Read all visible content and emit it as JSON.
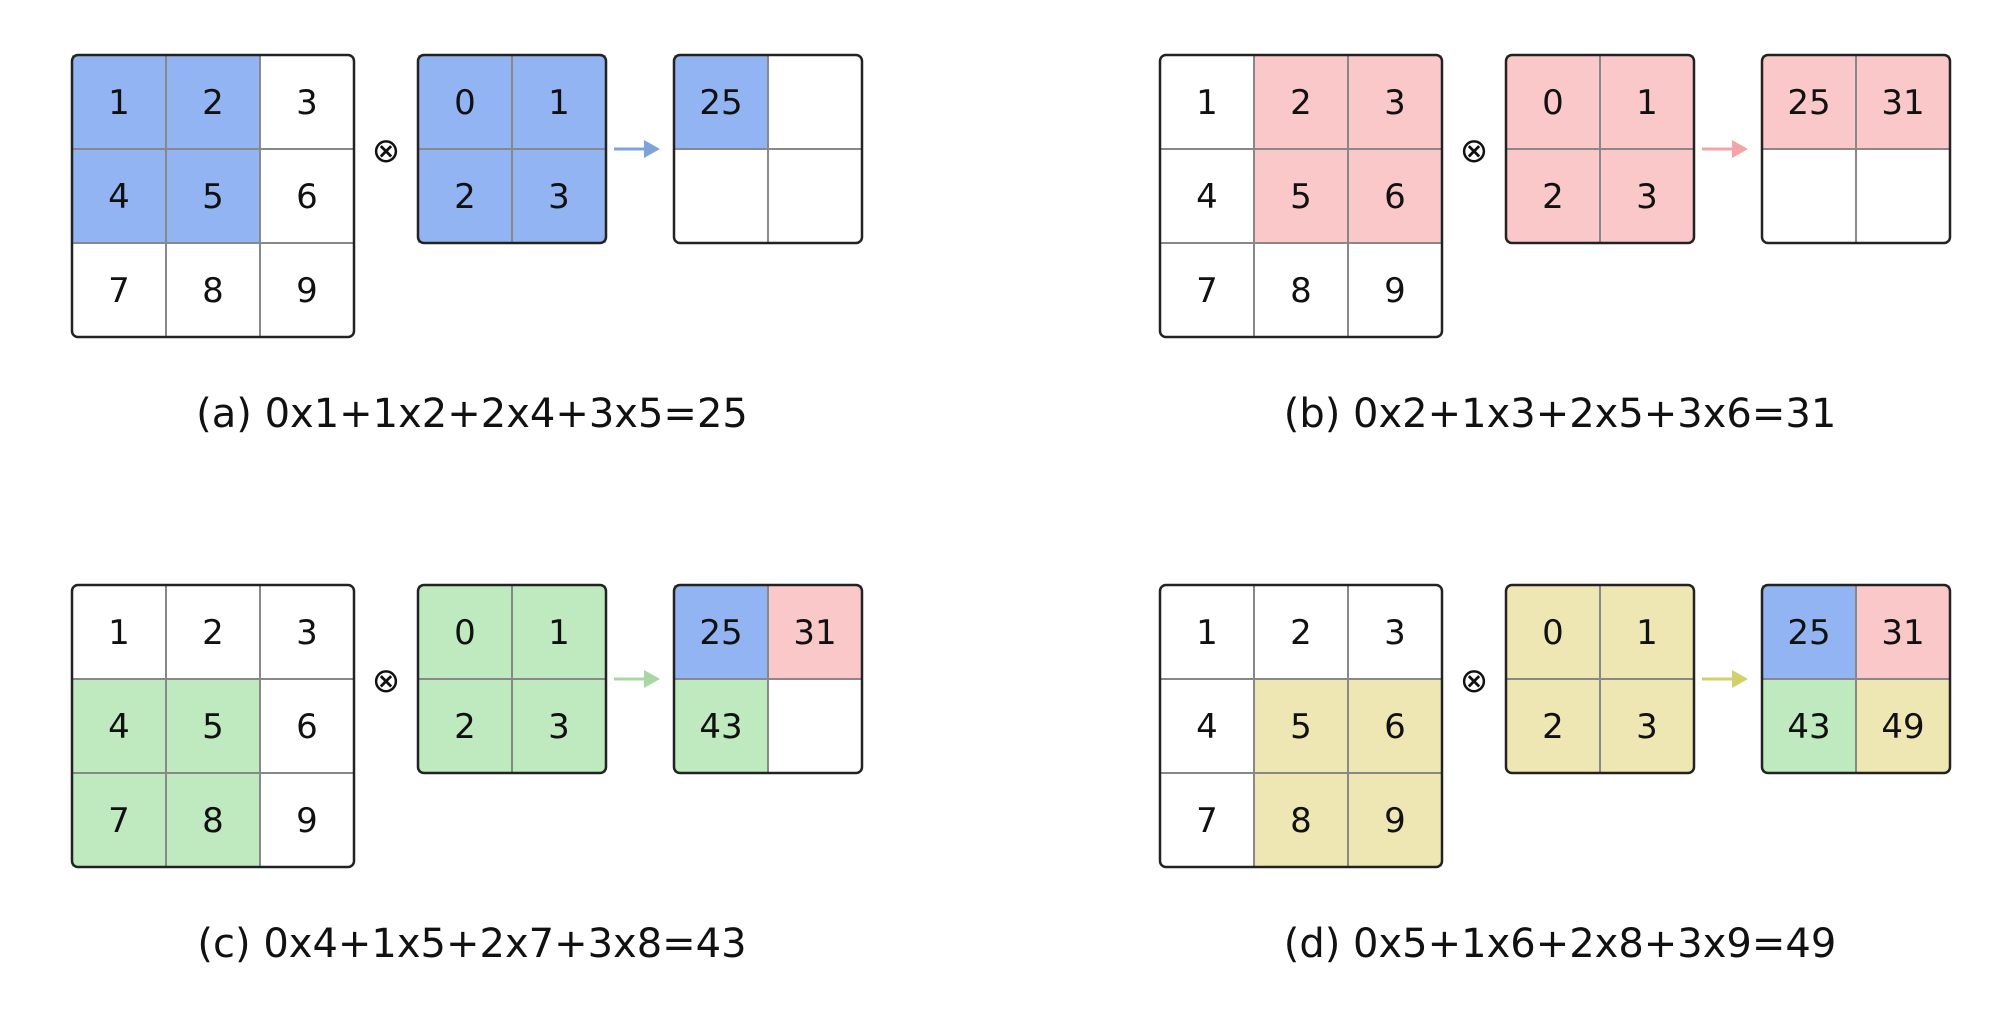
{
  "colors": {
    "a": "#93b4f3",
    "b": "#fac8c8",
    "c": "#bfe9be",
    "d": "#eee7b4",
    "arrow_a": "#7ea3dc",
    "arrow_b": "#f4a3a6",
    "arrow_c": "#a8d8a2",
    "arrow_d": "#d2d06a",
    "grid_line": "#888888",
    "border": "#222222"
  },
  "operator_symbol": "⊗",
  "panels": [
    {
      "key": "a",
      "caption": "(a) 0x1+1x2+2x4+3x5=25",
      "input": [
        [
          "1",
          "2",
          "3"
        ],
        [
          "4",
          "5",
          "6"
        ],
        [
          "7",
          "8",
          "9"
        ]
      ],
      "input_highlight": [
        [
          0,
          0
        ],
        [
          0,
          1
        ],
        [
          1,
          0
        ],
        [
          1,
          1
        ]
      ],
      "kernel": [
        [
          "0",
          "1"
        ],
        [
          "2",
          "3"
        ]
      ],
      "output": [
        [
          "25",
          ""
        ],
        [
          "",
          ""
        ]
      ],
      "output_colors": [
        [
          "a",
          null
        ],
        [
          null,
          null
        ]
      ]
    },
    {
      "key": "b",
      "caption": "(b) 0x2+1x3+2x5+3x6=31",
      "input": [
        [
          "1",
          "2",
          "3"
        ],
        [
          "4",
          "5",
          "6"
        ],
        [
          "7",
          "8",
          "9"
        ]
      ],
      "input_highlight": [
        [
          0,
          1
        ],
        [
          0,
          2
        ],
        [
          1,
          1
        ],
        [
          1,
          2
        ]
      ],
      "kernel": [
        [
          "0",
          "1"
        ],
        [
          "2",
          "3"
        ]
      ],
      "output": [
        [
          "25",
          "31"
        ],
        [
          "",
          ""
        ]
      ],
      "output_colors": [
        [
          "b",
          "b"
        ],
        [
          null,
          null
        ]
      ]
    },
    {
      "key": "c",
      "caption": "(c) 0x4+1x5+2x7+3x8=43",
      "input": [
        [
          "1",
          "2",
          "3"
        ],
        [
          "4",
          "5",
          "6"
        ],
        [
          "7",
          "8",
          "9"
        ]
      ],
      "input_highlight": [
        [
          1,
          0
        ],
        [
          1,
          1
        ],
        [
          2,
          0
        ],
        [
          2,
          1
        ]
      ],
      "kernel": [
        [
          "0",
          "1"
        ],
        [
          "2",
          "3"
        ]
      ],
      "output": [
        [
          "25",
          "31"
        ],
        [
          "43",
          ""
        ]
      ],
      "output_colors": [
        [
          "a",
          "b"
        ],
        [
          "c",
          null
        ]
      ]
    },
    {
      "key": "d",
      "caption": "(d) 0x5+1x6+2x8+3x9=49",
      "input": [
        [
          "1",
          "2",
          "3"
        ],
        [
          "4",
          "5",
          "6"
        ],
        [
          "7",
          "8",
          "9"
        ]
      ],
      "input_highlight": [
        [
          1,
          1
        ],
        [
          1,
          2
        ],
        [
          2,
          1
        ],
        [
          2,
          2
        ]
      ],
      "kernel": [
        [
          "0",
          "1"
        ],
        [
          "2",
          "3"
        ]
      ],
      "output": [
        [
          "25",
          "31"
        ],
        [
          "43",
          "49"
        ]
      ],
      "output_colors": [
        [
          "a",
          "b"
        ],
        [
          "c",
          "d"
        ]
      ]
    }
  ]
}
